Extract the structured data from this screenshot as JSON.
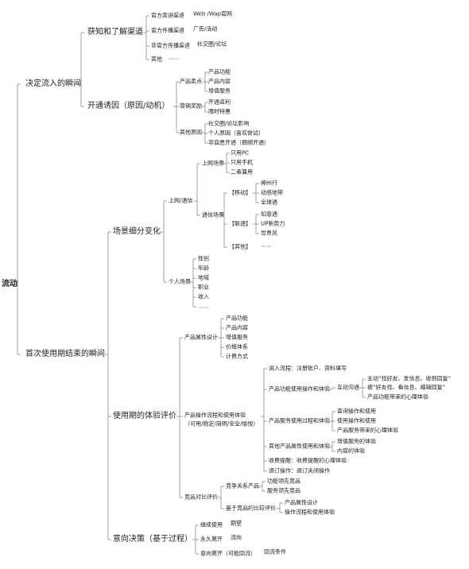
{
  "map": {
    "root": "流动",
    "l1": {
      "decide": "决定流入的瞬间",
      "first_use": "首次使用期结束的瞬间"
    },
    "decide": {
      "channels": "获知和了解渠道",
      "motive": "开通诱因（原因/动机）"
    },
    "channels": {
      "official_promo": "官方宣讲渠道",
      "official_promo_detail": "Web /Wap官网",
      "official_media": "官方传播渠道",
      "official_media_detail": "广告/活动",
      "unofficial_media": "非官方传播渠道",
      "unofficial_media_detail": "社交圈/论坛",
      "other": "其他",
      "other_detail": "……"
    },
    "motive": {
      "selling_points": "产品卖点",
      "selling_items": [
        "产品功能",
        "产品内容",
        "增值服务"
      ],
      "marketing": "营销奖励",
      "marketing_items": [
        "开通返利",
        "限时特惠"
      ],
      "other_reasons": "其他原因",
      "other_items": [
        "社交圈/论坛影响",
        "个人原因（喜欢尝试）",
        "非自愿开通（捆绑开通）"
      ]
    },
    "first_use": {
      "scene": "场景细分变化",
      "experience": "使用期的体验评价",
      "intent": "意向决策（基于过程）"
    },
    "scene": {
      "network": "上网/通信",
      "online_scene": "上网场景",
      "online_items": [
        "只用PC",
        "只用手机",
        "二者兼用"
      ],
      "comm_scene": "通信场景",
      "mobile": "【移动】",
      "mobile_items": [
        "神州行",
        "动感地带",
        "全球通"
      ],
      "unicom": "【联通】",
      "unicom_items": [
        "如意通",
        "UP新势力",
        "世界风"
      ],
      "others": "【其他】",
      "others_detail": "……",
      "personal": "个人场景",
      "personal_items": [
        "性别",
        "年龄",
        "地域",
        "职业",
        "收入",
        "……"
      ]
    },
    "experience": {
      "attr_design": "产品属性设计",
      "attr_items": [
        "产品功能",
        "产品内容",
        "增值服务",
        "价格体系",
        "计费方式"
      ],
      "ops_flow": "产品操作流程和使用体验",
      "ops_flow_sub": "（可用/稳定/简明/安全/愉悦）",
      "entry_flow": "进入流程：注册账户、资料填写",
      "func_ops": "产品功能使用操作和体验",
      "interaction": "互动沟通",
      "active": "主动“找好友、发信息、收到回复”",
      "passive": "被“好友找、看信息、编辑回复”",
      "func_psych": "产品功能带来的心理体验",
      "service_ops": "产品服务使用过程和体验",
      "service_items": [
        "查询操作和使用",
        "使用操作和使用",
        "产品服务带来的心理体验"
      ],
      "other_attr": "其他产品属性使用和体验",
      "other_attr_items": [
        "增值服务的体验",
        "内容的体验"
      ],
      "fee_notice": "收费提醒：收费提醒的心理体验",
      "unsubscribe": "退订操作：退订关闭操作",
      "competitor": "竞品对比评价",
      "rival_products": "竞争关系产品",
      "rival_items": [
        "功能领先竞品",
        "服务领先竞品"
      ],
      "compare": "基于竞品的比较评价",
      "compare_items": [
        "产品属性设计",
        "操作流程和使用体验"
      ]
    },
    "intent": {
      "continue": "继续使用",
      "continue_detail": "期望",
      "leave": "永久离开",
      "leave_detail": "流向",
      "return": "意向离开（可能回流）",
      "return_detail": "回流条件"
    }
  }
}
